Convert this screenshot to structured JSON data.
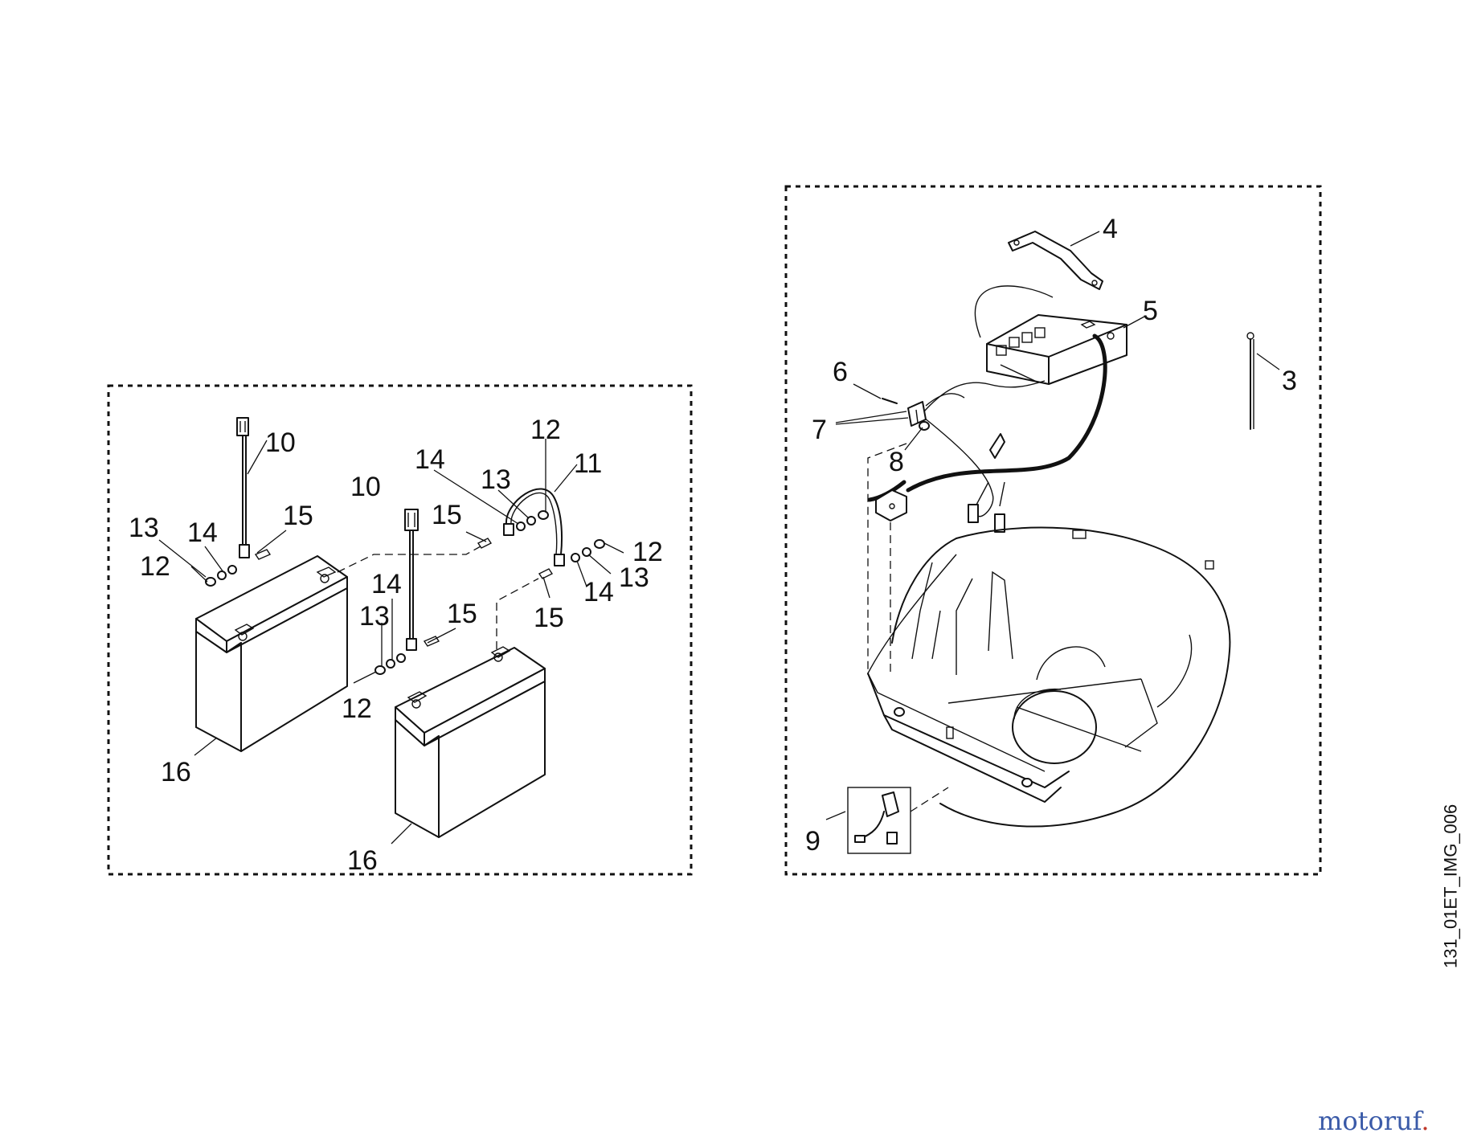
{
  "left_group": {
    "callouts": [
      {
        "id": "l10a",
        "text": "10"
      },
      {
        "id": "l13a",
        "text": "13"
      },
      {
        "id": "l14a",
        "text": "14"
      },
      {
        "id": "l15a",
        "text": "15"
      },
      {
        "id": "l12a",
        "text": "12"
      },
      {
        "id": "l10b",
        "text": "10"
      },
      {
        "id": "l15b",
        "text": "15"
      },
      {
        "id": "l14b",
        "text": "14"
      },
      {
        "id": "l13b",
        "text": "13"
      },
      {
        "id": "l12b",
        "text": "12"
      },
      {
        "id": "l11",
        "text": "11"
      },
      {
        "id": "l12c",
        "text": "12"
      },
      {
        "id": "l13c",
        "text": "13"
      },
      {
        "id": "l14c",
        "text": "14"
      },
      {
        "id": "l15c",
        "text": "15"
      },
      {
        "id": "l14d",
        "text": "14"
      },
      {
        "id": "l13d",
        "text": "13"
      },
      {
        "id": "l15d",
        "text": "15"
      },
      {
        "id": "l12d",
        "text": "12"
      },
      {
        "id": "l16a",
        "text": "16"
      },
      {
        "id": "l16b",
        "text": "16"
      }
    ]
  },
  "right_group": {
    "callouts": [
      {
        "id": "r4",
        "text": "4"
      },
      {
        "id": "r5",
        "text": "5"
      },
      {
        "id": "r3",
        "text": "3"
      },
      {
        "id": "r6",
        "text": "6"
      },
      {
        "id": "r7",
        "text": "7"
      },
      {
        "id": "r8",
        "text": "8"
      },
      {
        "id": "r9",
        "text": "9"
      }
    ]
  },
  "image_code": "131_01ET_IMG_006",
  "watermark": {
    "part1": "motoruf",
    "part2": "."
  },
  "colors": {
    "ink": "#111111",
    "watermark_blue": "#3a5aa8",
    "watermark_red": "#c0392b"
  }
}
